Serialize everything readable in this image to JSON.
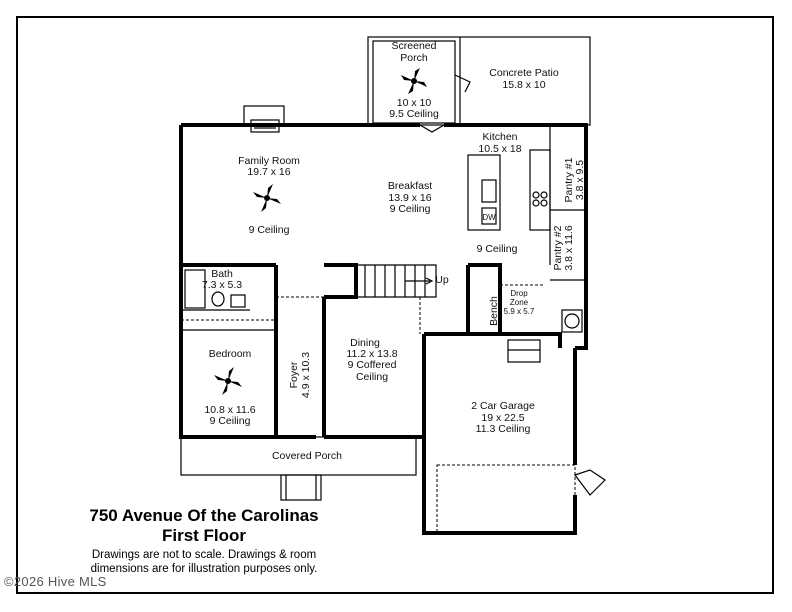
{
  "title": {
    "line1": "750 Avenue Of the Carolinas",
    "line2": "First Floor",
    "disclaimer_line1": "Drawings are not to scale. Drawings & room",
    "disclaimer_line2": "dimensions are for illustration purposes only."
  },
  "copyright": "©2026 Hive MLS",
  "rooms": {
    "screened_porch": {
      "name_line1": "Screened",
      "name_line2": "Porch",
      "dims": "10 x 10",
      "ceiling": "9.5 Ceiling"
    },
    "concrete_patio": {
      "name": "Concrete Patio",
      "dims": "15.8 x 10"
    },
    "kitchen": {
      "name": "Kitchen",
      "dims": "10.5 x 18"
    },
    "family_room": {
      "name": "Family Room",
      "dims": "19.7 x 16",
      "ceiling": "9 Ceiling"
    },
    "breakfast": {
      "name": "Breakfast",
      "dims": "13.9 x 16",
      "ceiling": "9 Ceiling"
    },
    "kitchen_ceiling": "9 Ceiling",
    "pantry1": {
      "name": "Pantry #1",
      "dims": "3.8 x 9.5"
    },
    "pantry2": {
      "name": "Pantry #2",
      "dims": "3.8 x 11.6"
    },
    "bath": {
      "name": "Bath",
      "dims": "7.3 x 5.3"
    },
    "stairs": "Up",
    "bench": "Bench",
    "drop_zone": {
      "name_line1": "Drop",
      "name_line2": "Zone",
      "dims": "5.9 x 5.7"
    },
    "bedroom": {
      "name": "Bedroom",
      "dims": "10.8 x 11.6",
      "ceiling": "9 Ceiling"
    },
    "foyer": {
      "name": "Foyer",
      "dims": "4.9 x 10.3"
    },
    "dining": {
      "name": "Dining",
      "dims": "11.2 x 13.8",
      "ceiling_line1": "9 Coffered",
      "ceiling_line2": "Ceiling"
    },
    "garage": {
      "name": "2 Car Garage",
      "dims": "19 x 22.5",
      "ceiling": "11.3 Ceiling"
    },
    "covered_porch": {
      "name": "Covered Porch"
    },
    "dishwasher": "DW"
  }
}
